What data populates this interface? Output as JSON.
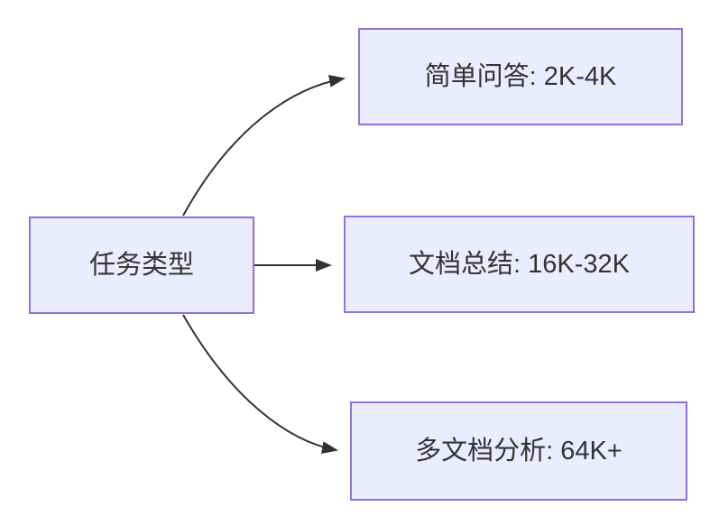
{
  "diagram": {
    "type": "flowchart",
    "direction": "left-to-right",
    "root": {
      "label": "任务类型"
    },
    "branches": [
      {
        "label": "简单问答: 2K-4K"
      },
      {
        "label": "文档总结: 16K-32K"
      },
      {
        "label": "多文档分析: 64K+"
      }
    ],
    "edges": [
      {
        "from": "任务类型",
        "to": "简单问答: 2K-4K"
      },
      {
        "from": "任务类型",
        "to": "文档总结: 16K-32K"
      },
      {
        "from": "任务类型",
        "to": "多文档分析: 64K+"
      }
    ],
    "colors": {
      "background": "#ffffff",
      "node_fill": "#ECECFF",
      "node_border": "#9370DB",
      "edge": "#333333",
      "text": "#333333"
    }
  }
}
